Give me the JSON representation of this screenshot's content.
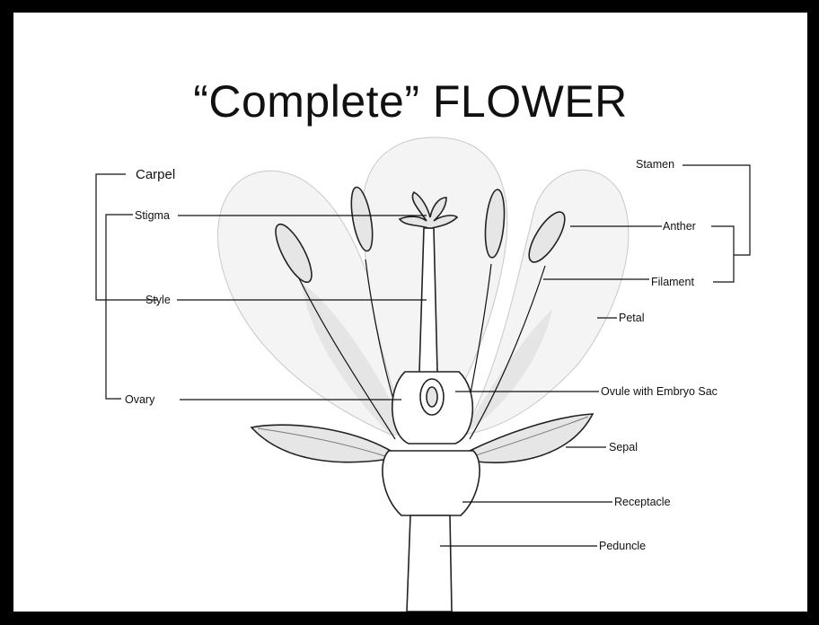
{
  "title": "“Complete” FLOWER",
  "labels": {
    "carpel": "Carpel",
    "stigma": "Stigma",
    "style": "Style",
    "ovary": "Ovary",
    "stamen": "Stamen",
    "anther": "Anther",
    "filament": "Filament",
    "petal": "Petal",
    "ovule": "Ovule with Embryo Sac",
    "sepal": "Sepal",
    "receptacle": "Receptacle",
    "peduncle": "Peduncle"
  },
  "colors": {
    "frame": "#000000",
    "background": "#ffffff",
    "ink": "#111111"
  }
}
